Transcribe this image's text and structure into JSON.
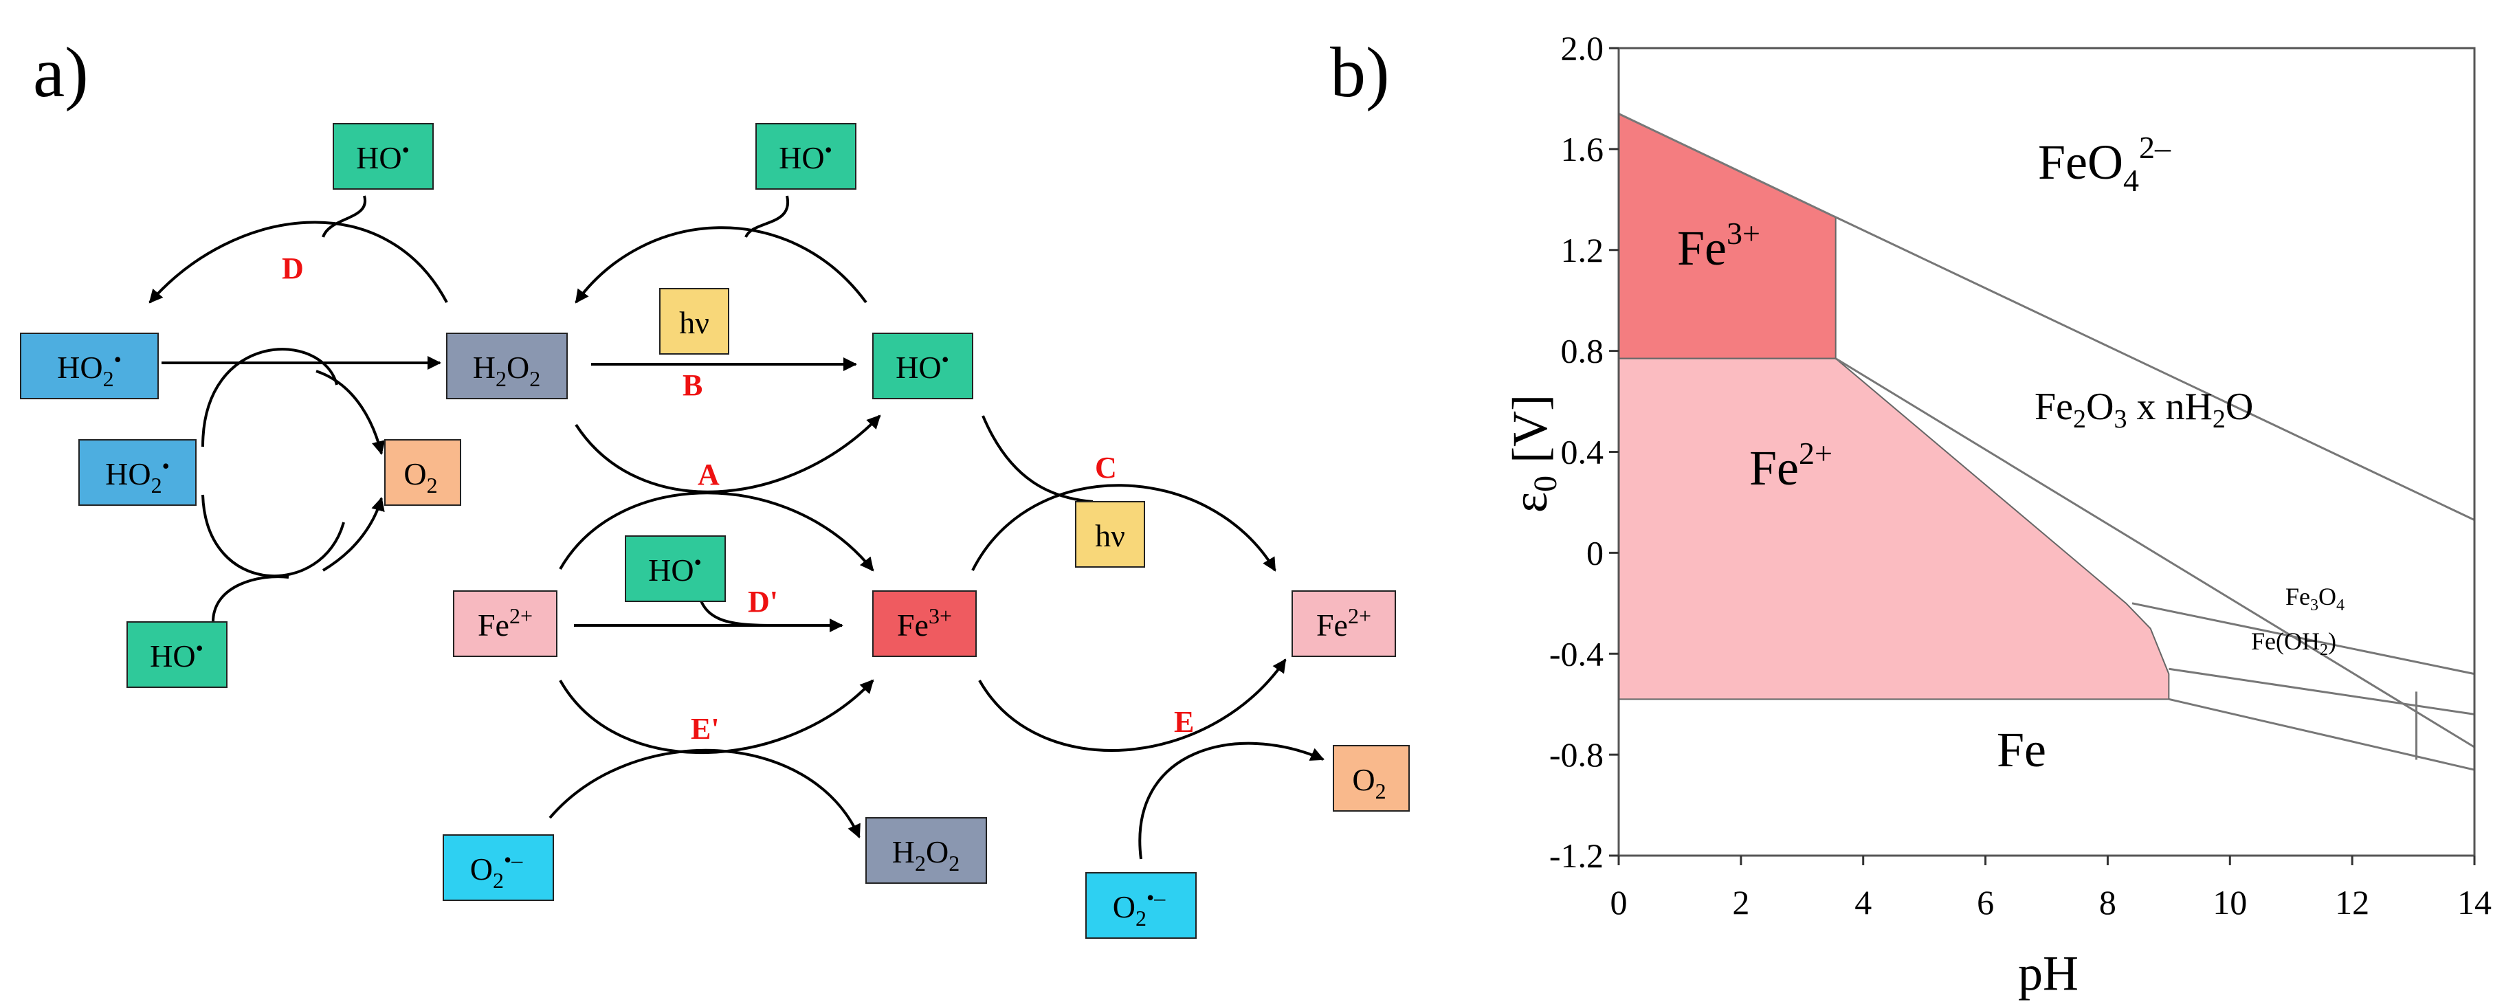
{
  "panel_labels": {
    "a": "a)",
    "b": "b)"
  },
  "colors": {
    "HO_radical": "#2fc99a",
    "HO2_radical": "#4daee0",
    "H2O2": "#8a97b0",
    "O2": "#f9b98c",
    "Fe2": "#f7b9c0",
    "Fe3": "#ef5b60",
    "hv": "#f8d779",
    "superoxide": "#2ed0f2",
    "arrow_label": "#ee1111",
    "Fe3_region": "#f47d80",
    "Fe2_region": "#fbbcc1"
  },
  "species": {
    "HO": "HO",
    "HO2": "HO",
    "H2O2": "H",
    "O2": "O",
    "Fe2": "Fe",
    "Fe3": "Fe",
    "superoxide": "O",
    "hv": "hν",
    "sub2": "2",
    "radical_dot": "•",
    "charge_2plus": "2+",
    "charge_3plus": "3+",
    "radical_anion": "•–"
  },
  "arrow_labels": {
    "A": "A",
    "B": "B",
    "C": "C",
    "D": "D",
    "D_prime": "D'",
    "E": "E",
    "E_prime": "E'"
  },
  "chart_data": {
    "type": "pourbaix",
    "xlabel": "pH",
    "ylabel": "ε0 [V]",
    "ylabel_parts": {
      "symbol": "ε",
      "subscript": "0",
      "unit": "[V]"
    },
    "xlim": [
      0,
      14
    ],
    "ylim": [
      -1.2,
      2.0
    ],
    "xticks": [
      "0",
      "2",
      "4",
      "6",
      "8",
      "10",
      "12",
      "14"
    ],
    "yticks": [
      "2.0",
      "1.6",
      "1.2",
      "0.8",
      "0.4",
      "0",
      "-0.4",
      "-0.8",
      "-1.2"
    ],
    "regions": [
      {
        "name": "Fe3+",
        "label": "Fe",
        "charge": "3+",
        "fill": "#f47d80",
        "polygon": [
          [
            0,
            1.74
          ],
          [
            3.55,
            1.33
          ],
          [
            3.55,
            0.77
          ],
          [
            0,
            0.77
          ]
        ]
      },
      {
        "name": "Fe2+",
        "label": "Fe",
        "charge": "2+",
        "fill": "#fbbcc1",
        "polygon": [
          [
            0,
            0.77
          ],
          [
            3.55,
            0.77
          ],
          [
            8.3,
            -0.2
          ],
          [
            8.7,
            -0.3
          ],
          [
            9.0,
            -0.48
          ],
          [
            9.0,
            -0.58
          ],
          [
            0,
            -0.58
          ]
        ]
      },
      {
        "name": "FeO4 2-",
        "label": "FeO",
        "sub": "4",
        "charge": "2–"
      },
      {
        "name": "Fe2O3 x nH2O",
        "label_parts": [
          "Fe",
          "2",
          "O",
          "3",
          " x nH",
          "2",
          "O"
        ]
      },
      {
        "name": "Fe3O4",
        "label_parts": [
          "Fe",
          "3",
          "O",
          "4"
        ]
      },
      {
        "name": "Fe(OH2)",
        "label_parts": [
          "Fe(OH",
          "2",
          ")"
        ]
      },
      {
        "name": "Fe",
        "label": "Fe"
      }
    ],
    "lines": [
      {
        "from": [
          0,
          1.74
        ],
        "to": [
          3.55,
          1.33
        ]
      },
      {
        "from": [
          3.55,
          1.33
        ],
        "to": [
          14,
          0.13
        ]
      },
      {
        "from": [
          3.55,
          0.77
        ],
        "to": [
          14,
          -0.77
        ]
      },
      {
        "from": [
          8.4,
          -0.2
        ],
        "to": [
          14,
          -0.48
        ]
      },
      {
        "from": [
          9.0,
          -0.46
        ],
        "to": [
          14,
          -0.64
        ]
      },
      {
        "from": [
          9.0,
          -0.58
        ],
        "to": [
          14,
          -0.86
        ]
      },
      {
        "from": [
          13.05,
          -0.55
        ],
        "to": [
          13.05,
          -0.82
        ]
      }
    ]
  }
}
